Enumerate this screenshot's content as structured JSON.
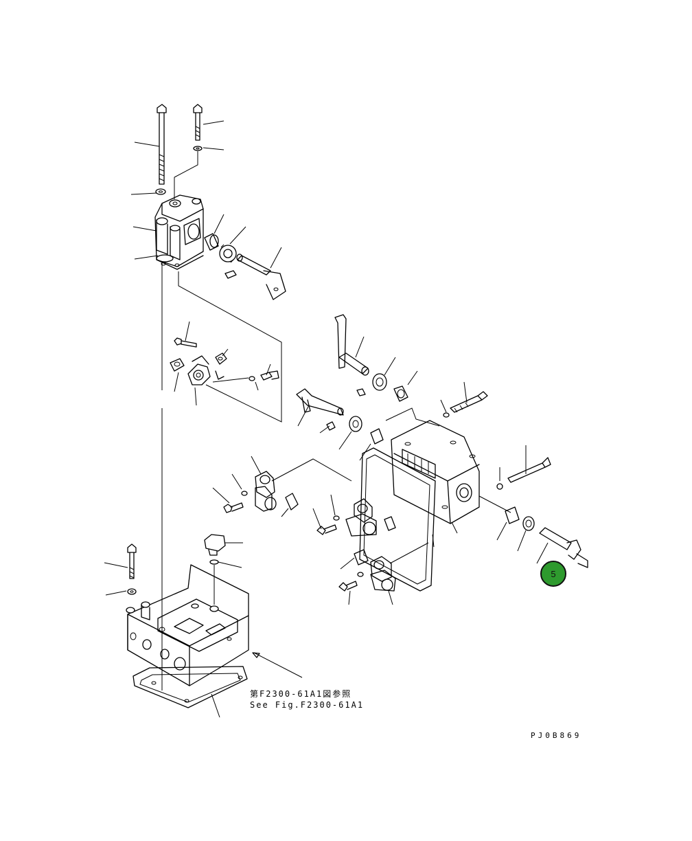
{
  "reference": {
    "japanese": "第F2300-61A1図参照",
    "english": "See Fig.F2300-61A1"
  },
  "drawing_code": "PJ0B869",
  "callout": {
    "number": "5",
    "fill_color": "#2e9a2e",
    "stroke_color": "#111111"
  }
}
